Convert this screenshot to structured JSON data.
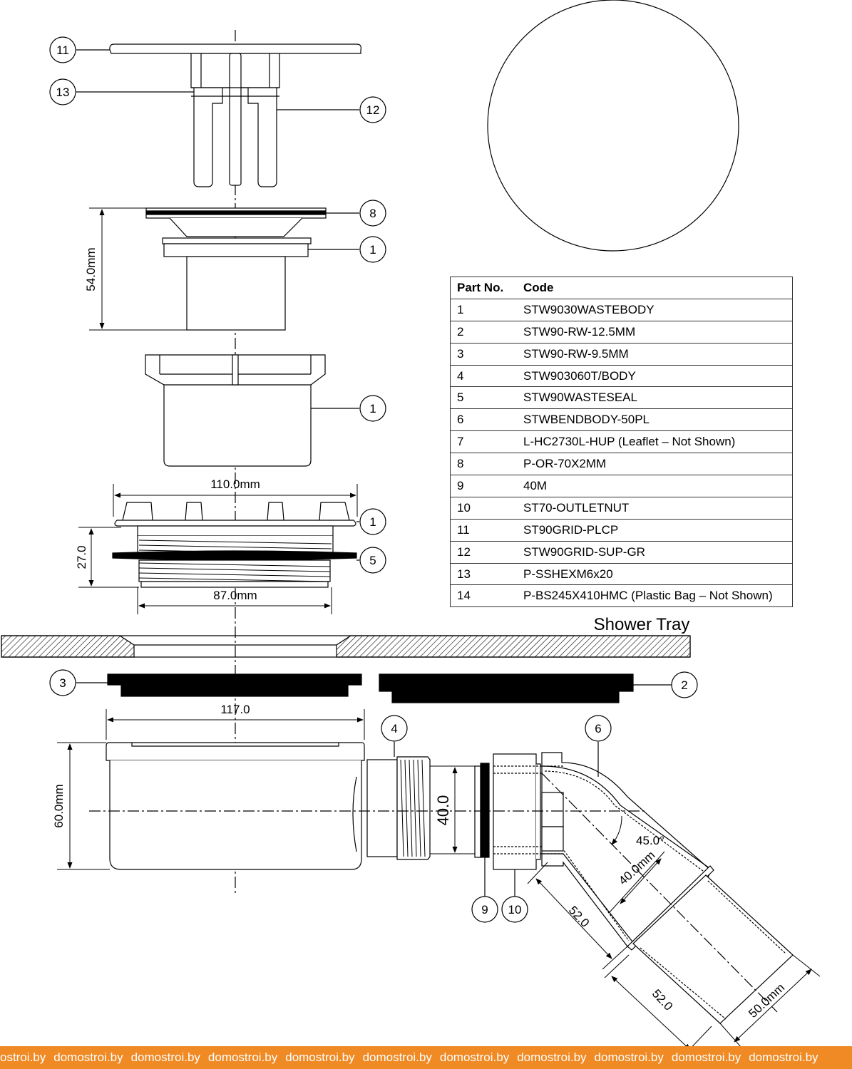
{
  "callouts": {
    "c11": "11",
    "c13": "13",
    "c12": "12",
    "c8": "8",
    "c1a": "1",
    "c1b": "1",
    "c1c": "1",
    "c5": "5",
    "c3": "3",
    "c2": "2",
    "c4": "4",
    "c6": "6",
    "c9": "9",
    "c10": "10"
  },
  "dimensions": {
    "d54": "54.0mm",
    "d110": "110.0mm",
    "d27": "27.0",
    "d87": "87.0mm",
    "d117": "117.0",
    "d60": "60.0mm",
    "d40": "40.0",
    "d45": "45.0°",
    "d40mm": "40.0mm",
    "d52a": "52.0",
    "d52b": "52.0",
    "d50": "50.0mm"
  },
  "tray_label": "Shower Tray",
  "table": {
    "header": {
      "part": "Part No.",
      "code": "Code"
    },
    "rows": [
      {
        "part": "1",
        "code": "STW9030WASTEBODY"
      },
      {
        "part": "2",
        "code": "STW90-RW-12.5MM"
      },
      {
        "part": "3",
        "code": "STW90-RW-9.5MM"
      },
      {
        "part": "4",
        "code": "STW903060T/BODY"
      },
      {
        "part": "5",
        "code": "STW90WASTESEAL"
      },
      {
        "part": "6",
        "code": "STWBENDBODY-50PL"
      },
      {
        "part": "7",
        "code": "L-HC2730L-HUP (Leaflet – Not Shown)"
      },
      {
        "part": "8",
        "code": "P-OR-70X2MM"
      },
      {
        "part": "9",
        "code": "40M"
      },
      {
        "part": "10",
        "code": "ST70-OUTLETNUT"
      },
      {
        "part": "11",
        "code": "ST90GRID-PLCP"
      },
      {
        "part": "12",
        "code": "STW90GRID-SUP-GR"
      },
      {
        "part": "13",
        "code": "P-SSHEXM6x20"
      },
      {
        "part": "14",
        "code": "P-BS245X410HMC (Plastic Bag – Not Shown)"
      }
    ]
  },
  "watermark": [
    "ostroi.by",
    "domostroi.by",
    "domostroi.by",
    "domostroi.by",
    "domostroi.by",
    "domostroi.by",
    "domostroi.by",
    "domostroi.by",
    "domostroi.by",
    "domostroi.by",
    "domostroi.by"
  ],
  "colors": {
    "line": "#000000",
    "banner": "#f08a24",
    "banner_text": "#ffffff"
  }
}
